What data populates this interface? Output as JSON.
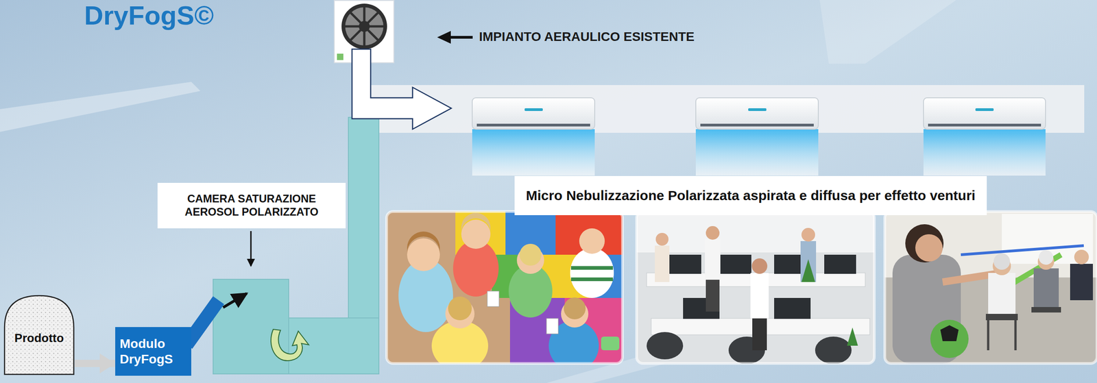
{
  "diagram": {
    "title": "DryFogS©",
    "nodes": [
      {
        "text": [
          "Prodotto"
        ]
      },
      {
        "text": [
          "Modulo DryFogS"
        ]
      },
      {
        "text": [
          "CAMERA SATURAZIONE AEROSOL POLARIZZATO"
        ]
      },
      {
        "text": [
          "Micro Nebulizzazione Polarizzata aspirata e diffusa per effetto venturi"
        ]
      }
    ],
    "edges": [
      {
        "from": 0,
        "to": 1,
        "arrow": "to"
      }
    ],
    "labels": [
      "IMPIANTO AERAULICO ESISTENTE"
    ]
  }
}
